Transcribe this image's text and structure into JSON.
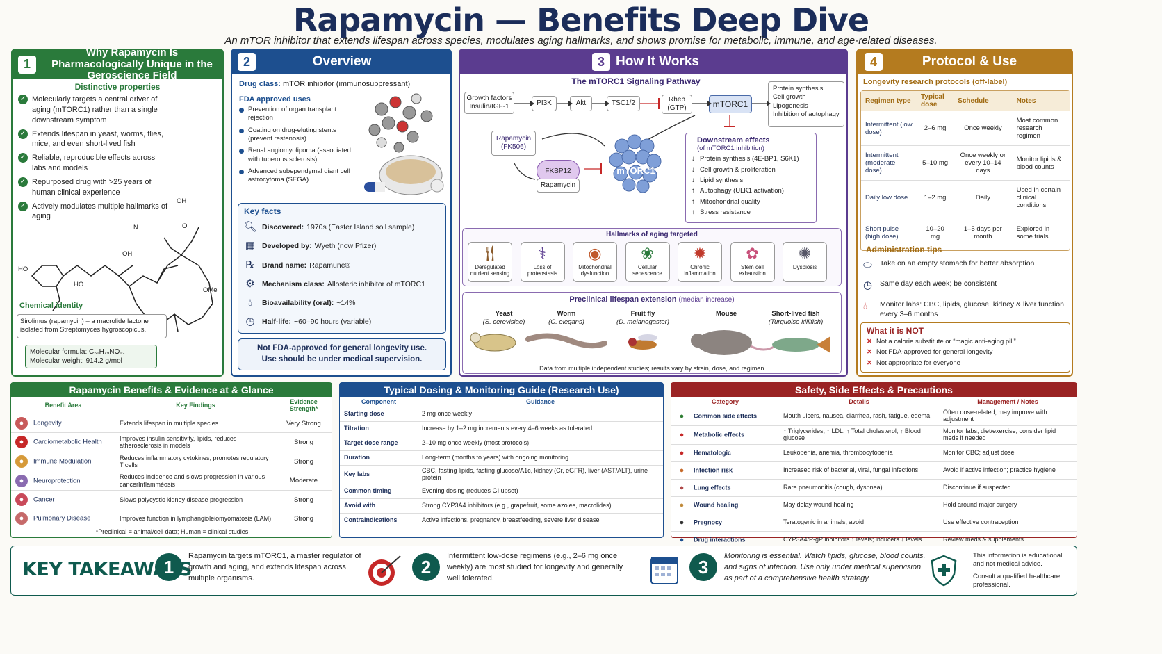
{
  "title": "Rapamycin — Benefits Deep Dive",
  "subtitle": "An mTOR inhibitor that extends lifespan across species, modulates aging hallmarks, and shows promise for metabolic, immune, and age-related diseases.",
  "p1": {
    "num": "1",
    "title": "Why Rapamycin Is Pharmacologically Unique in the Geroscience Field",
    "subhead": "Distinctive properties",
    "items": [
      "Molecularly targets a central driver of aging (mTORC1) rather than a single downstream symptom",
      "Extends lifespan in yeast, worms, flies, mice, and even short-lived fish",
      "Reliable, reproducible effects across labs and models",
      "Repurposed drug with >25 years of human clinical experience",
      "Actively modulates multiple hallmarks of aging"
    ],
    "chem_labels": [
      "OH",
      "OMe",
      "HO",
      "HO",
      "OH",
      "O",
      "N"
    ],
    "chem_title": "Chemical identity",
    "chem_desc": "Sirolimus (rapamycin) – a macrolide lactone isolated from Streptomyces hygroscopicus.",
    "formula": "Molecular formula: C₅₁H₇₉NO₁₃",
    "weight": "Molecular weight: 914.2 g/mol"
  },
  "p2": {
    "num": "2",
    "title": "Overview",
    "drug_class_label": "Drug class:",
    "drug_class": "mTOR inhibitor (immunosuppressant)",
    "fda_title": "FDA approved uses",
    "fda": [
      "Prevention of organ transplant rejection",
      "Coating on drug-eluting stents (prevent restenosis)",
      "Renal angiomyolipoma (associated with tuberous sclerosis)",
      "Advanced subependymal giant cell astrocytoma (SEGA)"
    ],
    "kf_title": "Key facts",
    "facts": [
      {
        "icon": "magnifier-icon",
        "label": "Discovered:",
        "value": "1970s (Easter Island soil sample)"
      },
      {
        "icon": "building-icon",
        "label": "Developed by:",
        "value": "Wyeth (now Pfizer)"
      },
      {
        "icon": "rx-icon",
        "label": "Brand name:",
        "value": "Rapamune®"
      },
      {
        "icon": "gear-icon",
        "label": "Mechanism class:",
        "value": "Allosteric inhibitor of mTORC1"
      },
      {
        "icon": "drop-icon",
        "label": "Bioavailability (oral):",
        "value": "~14%"
      },
      {
        "icon": "clock-icon",
        "label": "Half-life:",
        "value": "~60–90 hours (variable)"
      }
    ],
    "note": "Not FDA-approved for general longevity use. Use should be under medical supervision."
  },
  "p3": {
    "num": "3",
    "title": "How It Works",
    "path_title": "The mTORC1 Signaling Pathway",
    "growth": "Growth factors Insulin/IGF-1",
    "pi3k": "PI3K",
    "akt": "Akt",
    "tsc": "TSC1/2",
    "rheb": "Rheb (GTP)",
    "mtorc1": "mTORC1",
    "outputs": [
      "Protein synthesis",
      "Cell growth",
      "Lipogenesis",
      "Inhibition of autophagy"
    ],
    "rapa": "Rapamycin (FK506)",
    "fkbp": "FKBP12",
    "rapa2": "Rapamycin",
    "complex": "mTORC1",
    "down_title": "Downstream effects",
    "down_sub": "(of mTORC1 inhibition)",
    "down": [
      {
        "arrow": "↓",
        "text": "Protein synthesis (4E-BP1, S6K1)"
      },
      {
        "arrow": "↓",
        "text": "Cell growth & proliferation"
      },
      {
        "arrow": "↓",
        "text": "Lipid synthesis"
      },
      {
        "arrow": "↑",
        "text": "Autophagy (ULK1 activation)"
      },
      {
        "arrow": "↑",
        "text": "Mitochondrial quality"
      },
      {
        "arrow": "↑",
        "text": "Stress resistance"
      }
    ],
    "hall_title": "Hallmarks of aging targeted",
    "hallmarks": [
      "Deregulated nutrient sensing",
      "Loss of proteostasis",
      "Mitochondrial dysfunction",
      "Cellular senescence",
      "Chronic inflammation",
      "Stem cell exhaustion",
      "Dysbiosis"
    ],
    "ext_title": "Preclinical lifespan extension",
    "ext_sub": "(median increase)",
    "species": [
      {
        "name": "Yeast",
        "sci": "(S. cerevisiae)"
      },
      {
        "name": "Worm",
        "sci": "(C. elegans)"
      },
      {
        "name": "Fruit fly",
        "sci": "(D. melanogaster)"
      },
      {
        "name": "Mouse",
        "sci": ""
      },
      {
        "name": "Short-lived fish",
        "sci": "(Turquoise killifish)"
      }
    ],
    "ext_note": "Data from multiple independent studies; results vary by strain, dose, and regimen."
  },
  "p4": {
    "num": "4",
    "title": "Protocol & Use",
    "sub": "Longevity research protocols (off-label)",
    "cols": [
      "Regimen type",
      "Typical dose",
      "Schedule",
      "Notes"
    ],
    "rows": [
      [
        "Intermittent (low dose)",
        "2–6 mg",
        "Once weekly",
        "Most common research regimen"
      ],
      [
        "Intermittent (moderate dose)",
        "5–10 mg",
        "Once weekly or every 10–14 days",
        "Monitor lipids & blood counts"
      ],
      [
        "Daily low dose",
        "1–2 mg",
        "Daily",
        "Used in certain clinical conditions"
      ],
      [
        "Short pulse (high dose)",
        "10–20 mg",
        "1–5 days per month",
        "Explored in some trials"
      ]
    ],
    "admin_title": "Administration tips",
    "tips": [
      {
        "icon": "pill-icon",
        "text": "Take on an empty stomach for better absorption"
      },
      {
        "icon": "clock-icon",
        "text": "Same day each week; be consistent"
      },
      {
        "icon": "blood-drop-icon",
        "text": "Monitor labs: CBC, lipids, glucose, kidney & liver function every 3–6 months"
      }
    ],
    "not_title": "What it is NOT",
    "nots": [
      "Not a calorie substitute or “magic anti-aging pill”",
      "Not FDA-approved for general longevity",
      "Not appropriate for everyone"
    ]
  },
  "benefits": {
    "title": "Rapamycin Benefits & Evidence at & Glance",
    "cols": [
      "Benefit Area",
      "Key Findings",
      "Evidence Strength*"
    ],
    "rows": [
      {
        "icon": "brain-icon",
        "c": "#c85a5a",
        "area": "Longevity",
        "finding": "Extends lifespan in multiple species",
        "strength": "Very Strong"
      },
      {
        "icon": "heart-icon",
        "c": "#c62828",
        "area": "Cardiometabolic Health",
        "finding": "Improves insulin sensitivity, lipids, reduces atherosclerosis in models",
        "strength": "Strong"
      },
      {
        "icon": "immune-cell-icon",
        "c": "#d69a3a",
        "area": "Immune Modulation",
        "finding": "Reduces inflammatory cytokines; promotes regulatory T cells",
        "strength": "Strong"
      },
      {
        "icon": "brain-icon",
        "c": "#8a6bb0",
        "area": "Neuroprotection",
        "finding": "Reduces incidence and slows progression in various cancerInflamméosis",
        "strength": "Moderate"
      },
      {
        "icon": "cell-icon",
        "c": "#c94a5a",
        "area": "Cancer",
        "finding": "Slows polycystic kidney disease progression",
        "strength": "Strong"
      },
      {
        "icon": "lungs-icon",
        "c": "#c66a6a",
        "area": "Pulmonary Disease",
        "finding": "Improves function in lymphangioleiomyomatosis (LAM)",
        "strength": "Strong"
      }
    ],
    "foot": "*Preclinical = animal/cell data; Human = clinical studies"
  },
  "dosing": {
    "title": "Typical Dosing & Monitoring Guide (Research Use)",
    "cols": [
      "Component",
      "Guidance"
    ],
    "rows": [
      [
        "Starting dose",
        "2 mg once weekly"
      ],
      [
        "Titration",
        "Increase by 1–2 mg increments every 4–6 weeks as tolerated"
      ],
      [
        "Target dose range",
        "2–10 mg once weekly (most protocols)"
      ],
      [
        "Duration",
        "Long-term (months to years) with ongoing monitoring"
      ],
      [
        "Key labs",
        "CBC, fasting lipids, fasting glucose/A1c, kidney (Cr, eGFR), liver (AST/ALT), urine protein"
      ],
      [
        "Common timing",
        "Evening dosing (reduces GI upset)"
      ],
      [
        "Avoid with",
        "Strong CYP3A4 inhibitors (e.g., grapefruit, some azoles, macrolides)"
      ],
      [
        "Contraindications",
        "Active infections, pregnancy, breastfeeding, severe liver disease"
      ]
    ]
  },
  "safety": {
    "title": "Safety, Side Effects & Precautions",
    "cols": [
      "Category",
      "Details",
      "Management / Notes"
    ],
    "rows": [
      {
        "icon": "drop-icon",
        "c": "#2e7d32",
        "cat": "Common side effects",
        "det": "Mouth ulcers, nausea, diarrhea, rash, fatigue, edema",
        "man": "Often dose-related; may improve with adjustment"
      },
      {
        "icon": "blood-drop-icon",
        "c": "#c62828",
        "cat": "Metabolic effects",
        "det": "↑ Triglycerides, ↑ LDL, ↑ Total cholesterol, ↑ Blood glucose",
        "man": "Monitor labs; diet/exercise; consider lipid meds if needed"
      },
      {
        "icon": "blood-cell-icon",
        "c": "#c62828",
        "cat": "Hematologic",
        "det": "Leukopenia, anemia, thrombocytopenia",
        "man": "Monitor CBC; adjust dose"
      },
      {
        "icon": "virus-icon",
        "c": "#c66a2a",
        "cat": "Infection risk",
        "det": "Increased risk of bacterial, viral, fungal infections",
        "man": "Avoid if active infection; practice hygiene"
      },
      {
        "icon": "lungs-icon",
        "c": "#b04a4a",
        "cat": "Lung effects",
        "det": "Rare pneumonitis (cough, dyspnea)",
        "man": "Discontinue if suspected"
      },
      {
        "icon": "bandage-icon",
        "c": "#c08a3a",
        "cat": "Wound healing",
        "det": "May delay wound healing",
        "man": "Hold around major surgery"
      },
      {
        "icon": "pregnant-icon",
        "c": "#333",
        "cat": "Pregnocy",
        "det": "Teratogenic in animals; avoid",
        "man": "Use effective contraception"
      },
      {
        "icon": "pills-icon",
        "c": "#1d4f8f",
        "cat": "Drug interactions",
        "det": "CYP3A4/P-gP inhibitors ↑ levels; inducers ↓ levels",
        "man": "Review meds & supplements"
      }
    ]
  },
  "takeaways": {
    "title": "KEY TAKEAWAYS",
    "items": [
      {
        "num": "1",
        "text": "Rapamycin targets mTORC1, a master regulator of growth and aging, and extends lifespan across multiple organisms."
      },
      {
        "num": "2",
        "text": "Intermittent low-dose regimens (e.g., 2–6 mg once weekly) are most studied for longevity and generally well tolerated."
      },
      {
        "num": "3",
        "text": "Monitoring is essential. Watch lipids, glucose, blood counts, and signs of infection. Use only under medical supervision as part of a comprehensive health strategy."
      }
    ],
    "disclaimer1": "This information is educational and not medical advice.",
    "disclaimer2": "Consult a qualified healthcare professional."
  }
}
